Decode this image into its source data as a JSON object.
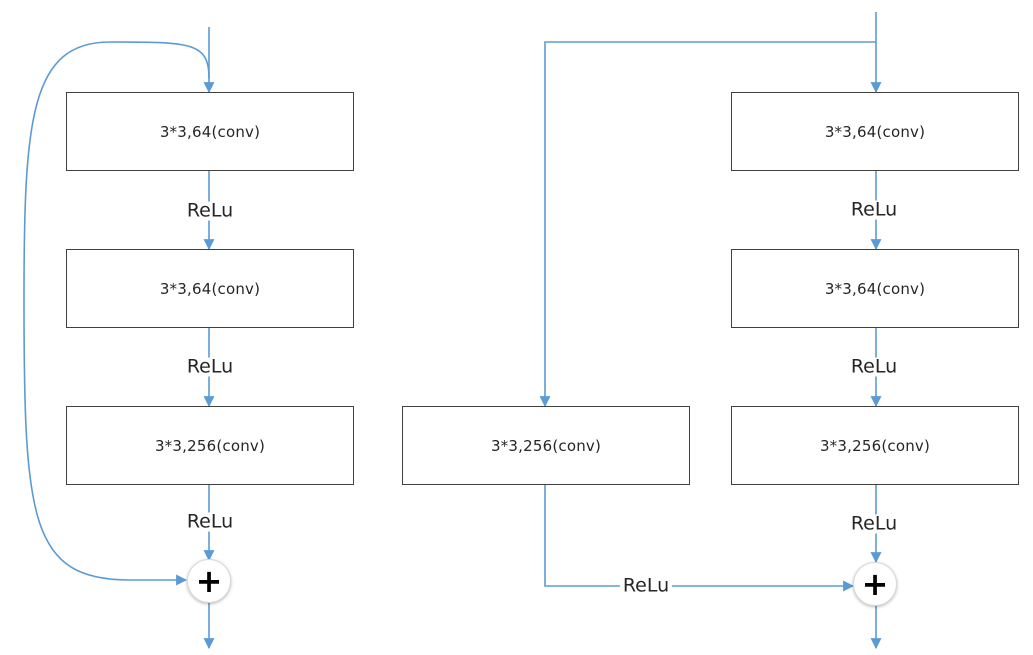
{
  "colors": {
    "arrow": "#5b9bd5",
    "box_border": "#404040",
    "text": "#262626"
  },
  "left_block": {
    "layer1": "3*3,64(conv)",
    "act1": "ReLu",
    "layer2": "3*3,64(conv)",
    "act2": "ReLu",
    "layer3": "3*3,256(conv)",
    "act3": "ReLu",
    "add_symbol": "+"
  },
  "right_block": {
    "layer1": "3*3,64(conv)",
    "act1": "ReLu",
    "layer2": "3*3,64(conv)",
    "act2": "ReLu",
    "layer3": "3*3,256(conv)",
    "act3": "ReLu",
    "add_symbol": "+",
    "shortcut_conv": "3*3,256(conv)",
    "shortcut_act": "ReLu"
  }
}
